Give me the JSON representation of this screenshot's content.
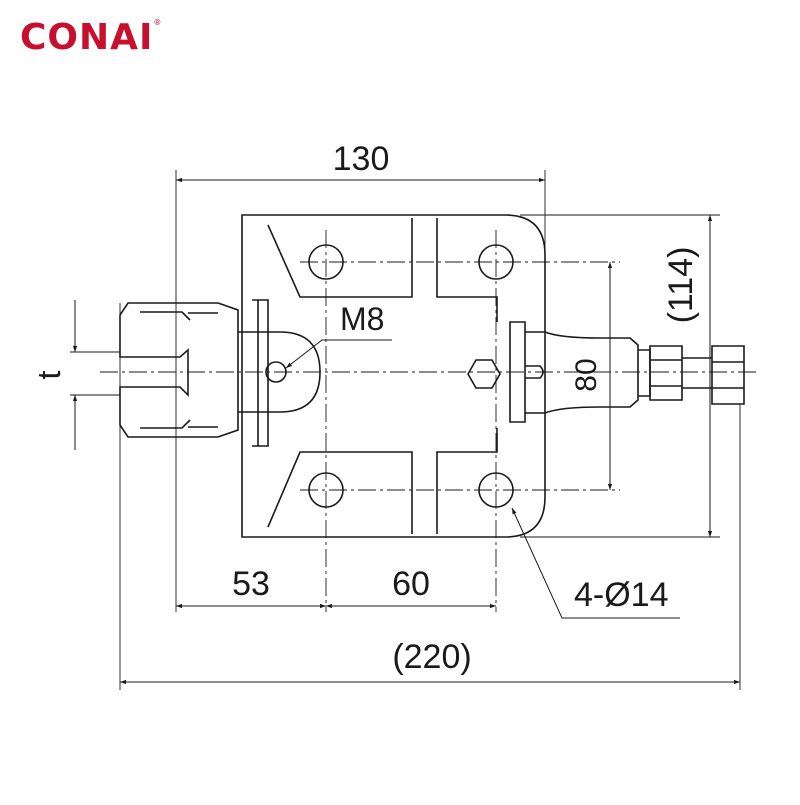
{
  "brand": {
    "name": "CONAI",
    "registered_mark": "®",
    "color": "#c8102e"
  },
  "drawing": {
    "line_color": "#1a1a1a",
    "dimensions": {
      "top_width": "130",
      "height_right": "(114)",
      "inner_height": "80",
      "thread": "M8",
      "thickness": "t",
      "left_offset": "53",
      "hole_spacing": "60",
      "overall_length": "(220)",
      "holes": "4-Ø14"
    }
  }
}
